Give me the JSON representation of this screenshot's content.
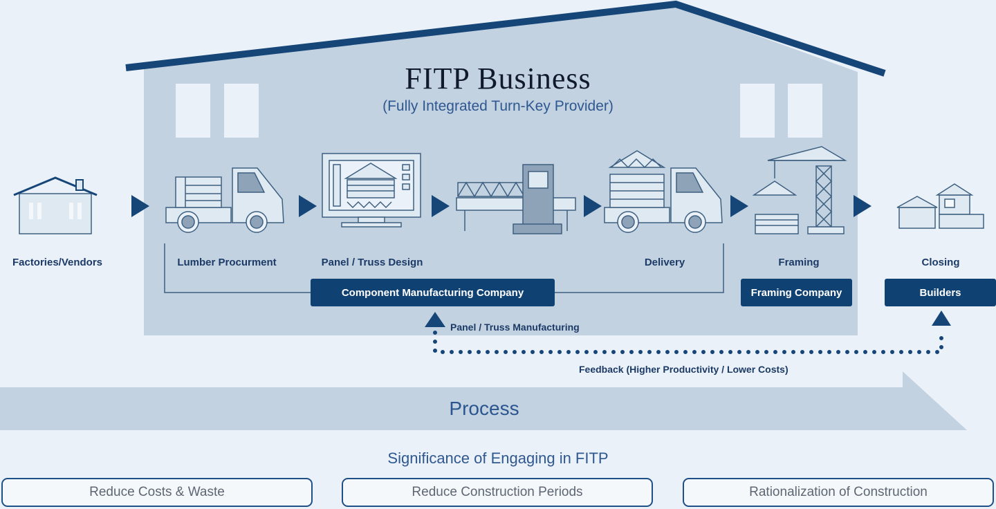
{
  "title": "FITP Business",
  "subtitle": "(Fully Integrated Turn-Key Provider)",
  "stages": {
    "factories": "Factories/Vendors",
    "lumber": "Lumber Procurment",
    "design": "Panel / Truss Design",
    "delivery": "Delivery",
    "framing": "Framing",
    "closing": "Closing"
  },
  "companies": {
    "component": "Component Manufacturing Company",
    "framing": "Framing Company",
    "builders": "Builders"
  },
  "notes": {
    "manufacturing": "Panel / Truss Manufacturing",
    "feedback": "Feedback (Higher Productivity / Lower Costs)"
  },
  "process_label": "Process",
  "significance": {
    "title": "Significance of Engaging in FITP",
    "items": [
      "Reduce Costs & Waste",
      "Reduce Construction Periods",
      "Rationalization of Construction"
    ]
  },
  "colors": {
    "navy": "#0f4173",
    "building": "#c2d2e1",
    "background": "#eaf1f8",
    "icon_fill": "#dfe9f1",
    "icon_stroke": "#3d5f80"
  }
}
